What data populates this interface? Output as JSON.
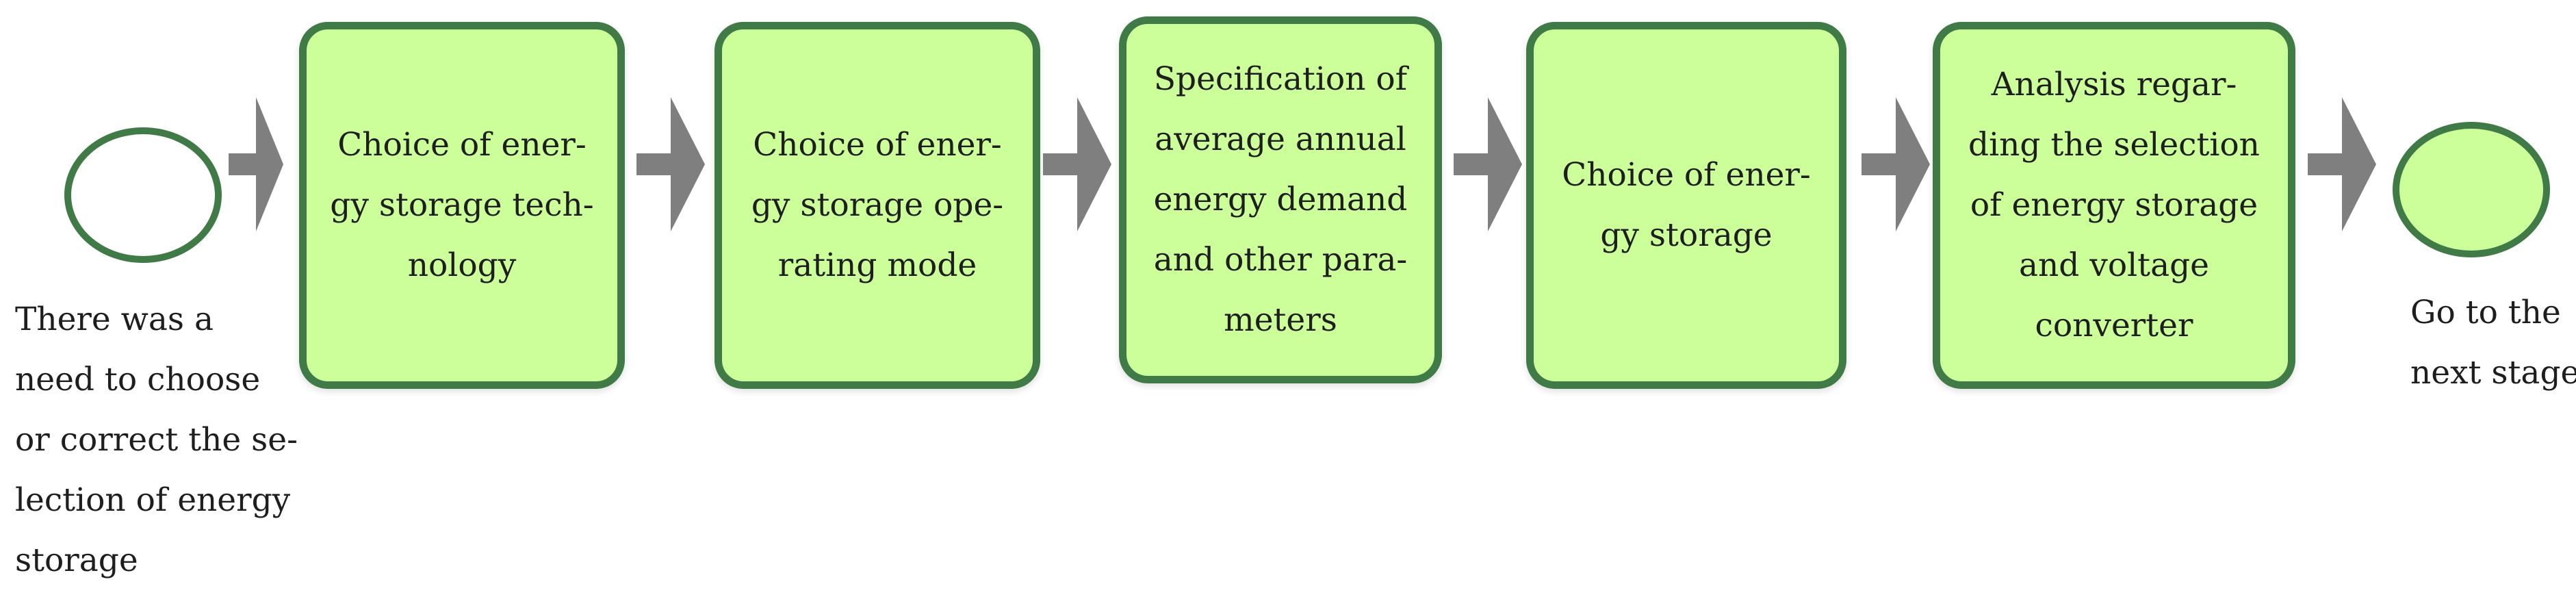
{
  "start_event": {
    "caption_lines": [
      "There was a",
      "need to choose",
      "or correct the se-",
      "lection of energy",
      "storage"
    ]
  },
  "steps": [
    {
      "lines": [
        "Choice of ener-",
        "gy storage tech-",
        "nology"
      ]
    },
    {
      "lines": [
        "Choice of ener-",
        "gy storage ope-",
        "rating mode"
      ]
    },
    {
      "lines": [
        "Specification of",
        "average annual",
        "energy demand",
        "and other para-",
        "meters"
      ]
    },
    {
      "lines": [
        "Choice of ener-",
        "gy storage"
      ]
    },
    {
      "lines": [
        "Analysis regar-",
        "ding the selection",
        "of energy storage",
        "and voltage",
        "converter"
      ]
    }
  ],
  "end_event": {
    "caption_lines": [
      "Go to the",
      "next stage"
    ]
  },
  "colors": {
    "box_fill": "#ccff99",
    "box_border": "#3f7a47",
    "arrow": "#7f7f7f",
    "text": "#1e1e1e"
  },
  "icons": {
    "connector": "arrow-right-icon"
  }
}
